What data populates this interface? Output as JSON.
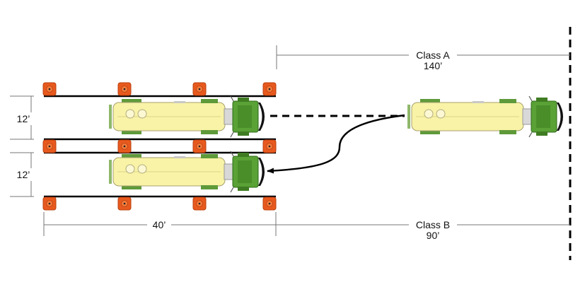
{
  "dimensions": {
    "lane_width_top": "12’",
    "lane_width_bottom": "12’",
    "lane_length": "40’"
  },
  "class_a": {
    "label": "Class A",
    "distance": "140’"
  },
  "class_b": {
    "label": "Class B",
    "distance": "90’"
  },
  "colors": {
    "cone": "#e8591e",
    "tank": "#f8f3a6",
    "cab": "#5aa136",
    "lines": "#000000"
  },
  "icons": [
    "traffic-cone-icon",
    "tanker-truck-icon"
  ]
}
